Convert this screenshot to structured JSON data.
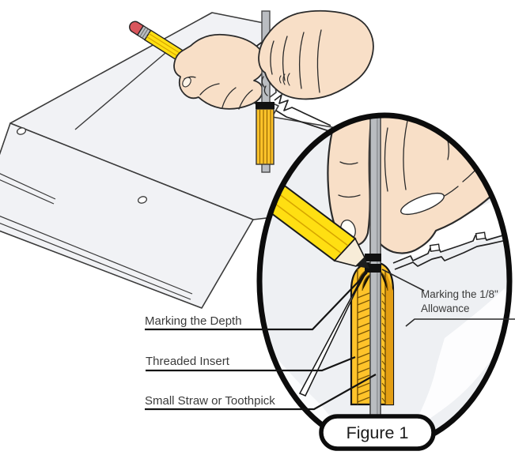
{
  "figure": {
    "caption": "Figure 1"
  },
  "callouts": {
    "marking_depth": "Marking the Depth",
    "threaded_insert": "Threaded Insert",
    "small_straw": "Small Straw or Toothpick",
    "allowance_line1": "Marking the 1/8\"",
    "allowance_line2": "Allowance"
  },
  "colors": {
    "pencil_yellow": "#ffdf12",
    "pencil_facet": "#d7a600",
    "eraser_red": "#d9565c",
    "ferrule_silver": "#b9bdc1",
    "insert_gold": "#ffc32a",
    "insert_gold_dark": "#e39e13",
    "rod_gray": "#babdc1",
    "skin": "#f8dfc7",
    "panel_gray": "#f1f2f5",
    "outline_black": "#141414",
    "label_text": "#3b3b3b"
  }
}
